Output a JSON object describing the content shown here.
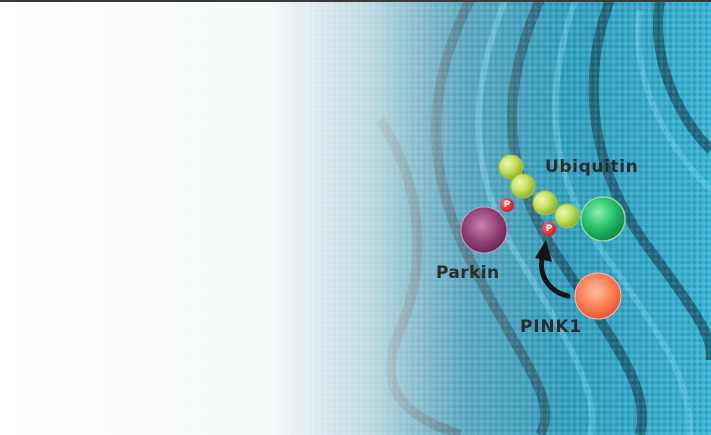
{
  "labels": {
    "ubiquitin": "Ubiquitin",
    "parkin": "Parkin",
    "pink1": "PINK1",
    "phospho_parkin": "P",
    "phospho_ubiquitin": "P"
  },
  "colors": {
    "background_fade": "#ffffff",
    "background_tissue": "#1a7fa0",
    "ubiquitin": "#c9e36a",
    "ubiquitin_receptor": "#2fc06a",
    "parkin": "#8a3a6e",
    "pink1": "#ff7a55",
    "phosphate": "#e0202c",
    "label_text": "#2b2b2b"
  }
}
